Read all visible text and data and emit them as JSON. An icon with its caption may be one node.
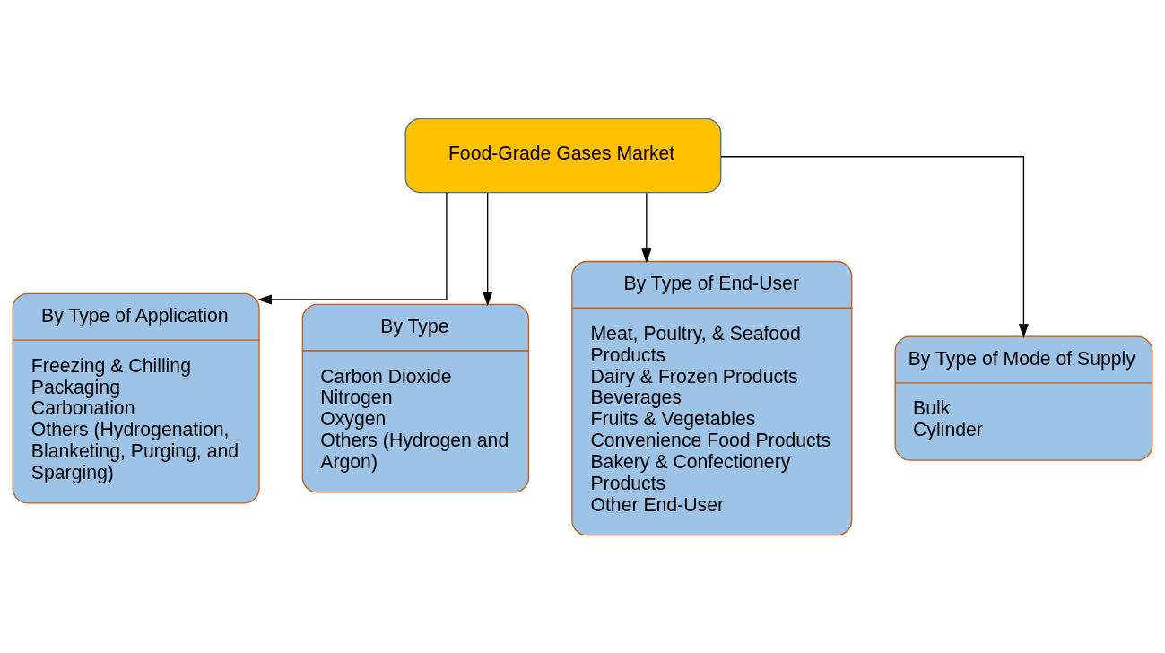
{
  "diagram": {
    "nodes": [
      {
        "text": [
          "Food-Grade Gases Market"
        ]
      },
      {
        "text": [
          "By Type of Application",
          "Freezing & Chilling",
          "Packaging",
          "Carbonation",
          "Others (Hydrogenation, Blanketing, Purging, and Sparging)"
        ]
      },
      {
        "text": [
          "By Type",
          "Carbon Dioxide",
          "Nitrogen",
          "Oxygen",
          "Others (Hydrogen and Argon)"
        ]
      },
      {
        "text": [
          "By Type of End-User",
          "Meat, Poultry, & Seafood Products",
          "Dairy & Frozen Products",
          "Beverages",
          "Fruits & Vegetables",
          "Convenience Food Products",
          "Bakery & Confectionery Products",
          "Other End-User"
        ]
      },
      {
        "text": [
          "By Type of Mode of Supply",
          "Bulk",
          "Cylinder"
        ]
      }
    ],
    "edges": [
      {
        "from": 0,
        "to": 1,
        "arrow": "to"
      },
      {
        "from": 0,
        "to": 2,
        "arrow": "to"
      },
      {
        "from": 0,
        "to": 3,
        "arrow": "to"
      },
      {
        "from": 0,
        "to": 4,
        "arrow": "to"
      }
    ]
  }
}
